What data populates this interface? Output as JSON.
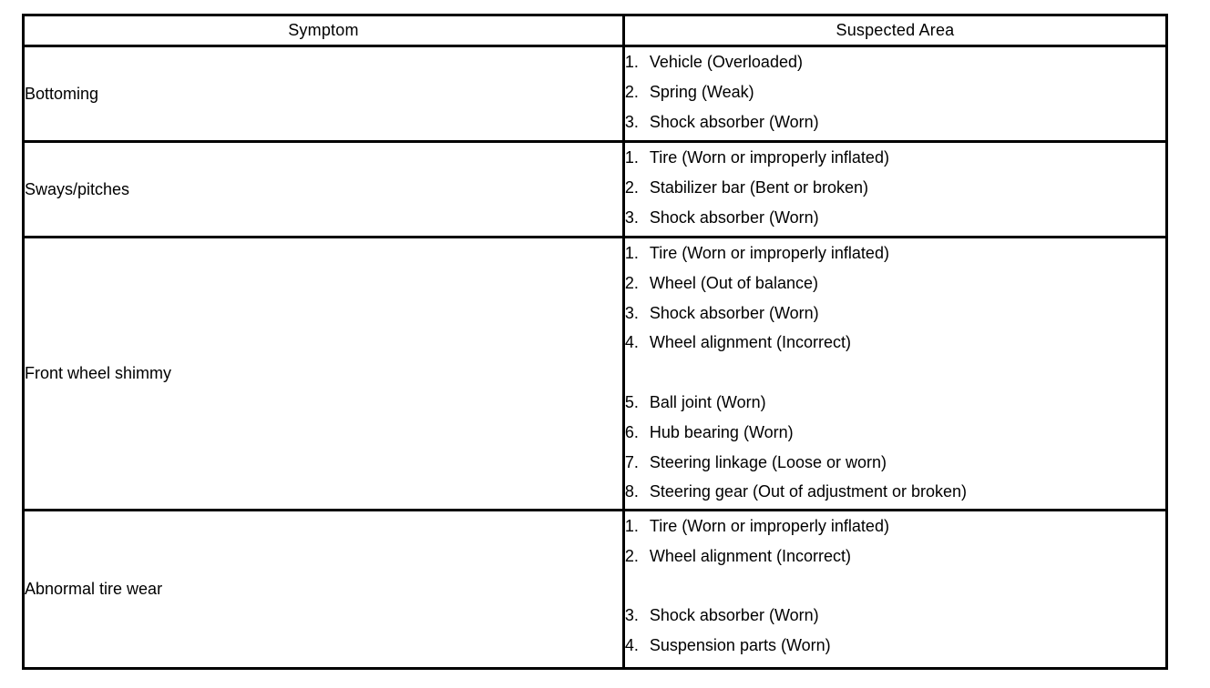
{
  "table": {
    "headers": {
      "symptom": "Symptom",
      "suspected_area": "Suspected Area"
    },
    "rows": [
      {
        "symptom": "Bottoming",
        "areas": [
          {
            "num": "1.",
            "text": "Vehicle (Overloaded)"
          },
          {
            "num": "2.",
            "text": "Spring (Weak)"
          },
          {
            "num": "3.",
            "text": "Shock absorber (Worn)"
          }
        ]
      },
      {
        "symptom": "Sways/pitches",
        "areas": [
          {
            "num": "1.",
            "text": "Tire (Worn or improperly inflated)"
          },
          {
            "num": "2.",
            "text": "Stabilizer bar (Bent or broken)"
          },
          {
            "num": "3.",
            "text": "Shock absorber (Worn)"
          }
        ]
      },
      {
        "symptom": "Front wheel shimmy",
        "areas": [
          {
            "num": "1.",
            "text": "Tire (Worn or improperly inflated)"
          },
          {
            "num": "2.",
            "text": "Wheel (Out of balance)"
          },
          {
            "num": "3.",
            "text": "Shock absorber (Worn)"
          },
          {
            "num": "4.",
            "text": "Wheel alignment (Incorrect)"
          },
          {
            "num": "5.",
            "text": "Ball joint (Worn)"
          },
          {
            "num": "6.",
            "text": "Hub bearing (Worn)"
          },
          {
            "num": "7.",
            "text": "Steering linkage (Loose or worn)"
          },
          {
            "num": "8.",
            "text": "Steering gear (Out of adjustment or broken)"
          }
        ]
      },
      {
        "symptom": "Abnormal tire wear",
        "areas": [
          {
            "num": "1.",
            "text": "Tire (Worn or improperly inflated)"
          },
          {
            "num": "2.",
            "text": "Wheel alignment (Incorrect)"
          },
          {
            "num": "3.",
            "text": "Shock absorber (Worn)"
          },
          {
            "num": "4.",
            "text": "Suspension parts (Worn)"
          }
        ]
      }
    ]
  }
}
